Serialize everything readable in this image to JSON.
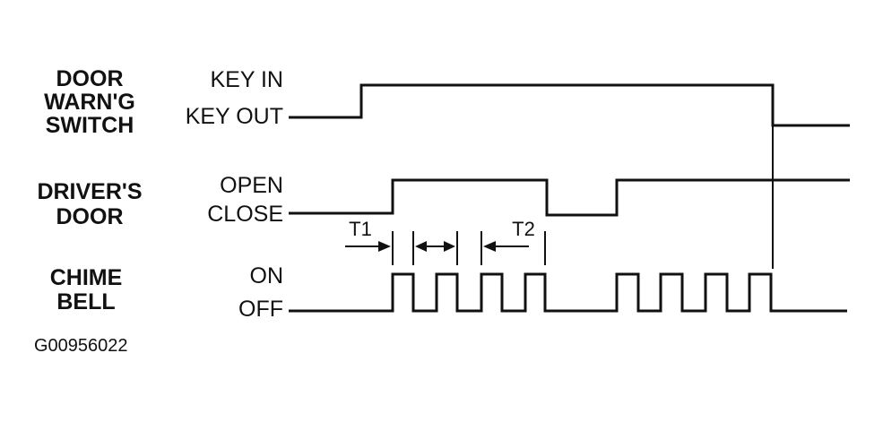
{
  "signals": [
    {
      "name_lines": [
        "DOOR",
        "WARN'G",
        "SWITCH"
      ],
      "high_label": "KEY IN",
      "low_label": "KEY OUT"
    },
    {
      "name_lines": [
        "DRIVER'S",
        "DOOR"
      ],
      "high_label": "OPEN",
      "low_label": "CLOSE"
    },
    {
      "name_lines": [
        "CHIME",
        "BELL"
      ],
      "high_label": "ON",
      "low_label": "OFF"
    }
  ],
  "intervals": {
    "t1": "T1",
    "t2": "T2"
  },
  "figure_id": "G00956022"
}
